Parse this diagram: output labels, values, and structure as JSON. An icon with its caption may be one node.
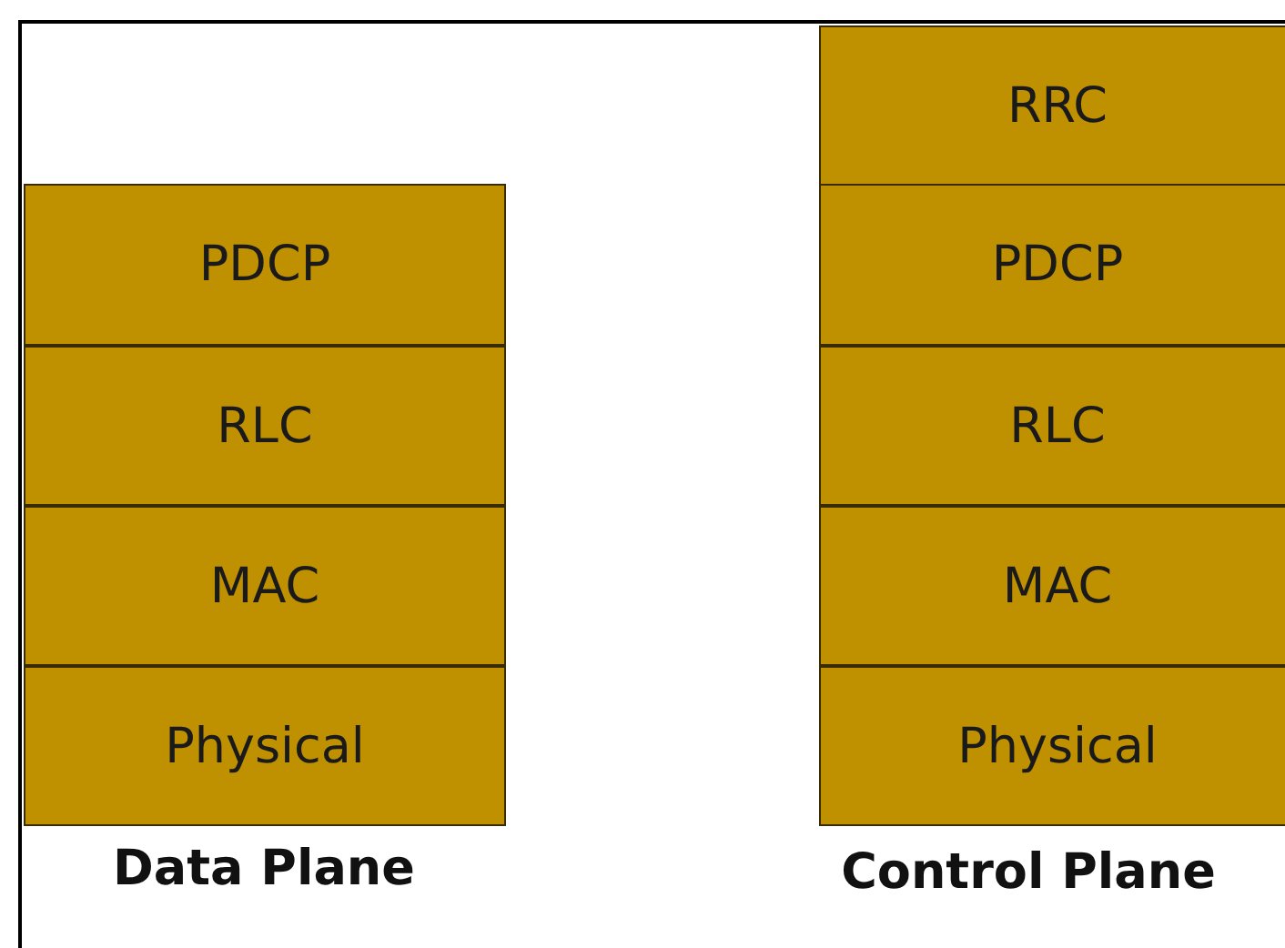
{
  "diagram": {
    "nodes": [
      {
        "text": [
          "PDCP"
        ]
      },
      {
        "text": [
          "RLC"
        ]
      },
      {
        "text": [
          "MAC"
        ]
      },
      {
        "text": [
          "Physical"
        ]
      },
      {
        "text": [
          "RRC"
        ]
      },
      {
        "text": [
          "PDCP"
        ]
      },
      {
        "text": [
          "RLC"
        ]
      },
      {
        "text": [
          "MAC"
        ]
      },
      {
        "text": [
          "Physical"
        ]
      }
    ],
    "labels": [
      "Data Plane",
      "Control Plane"
    ]
  }
}
